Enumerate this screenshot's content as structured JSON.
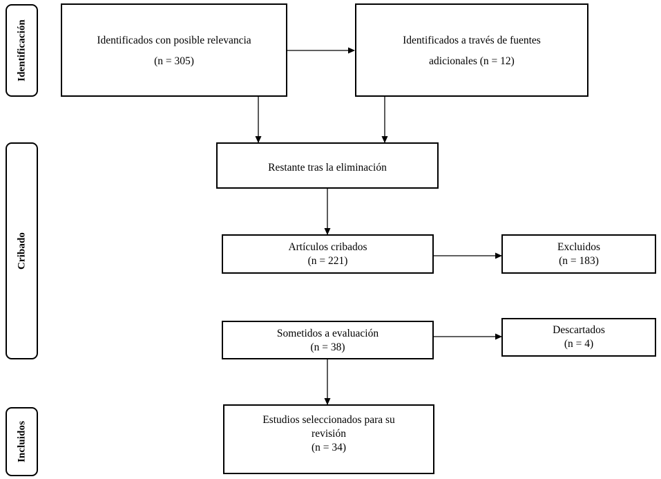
{
  "phases": {
    "identificacion": "Identificación",
    "cribado": "Cribado",
    "incluidos": "Incluidos"
  },
  "boxes": {
    "identified": {
      "label": "Identificados con posible relevancia",
      "count": "(n = 305)"
    },
    "additional": {
      "label_line1": "Identificados a través de fuentes",
      "label_line2": "adicionales (n = 12)"
    },
    "remaining": {
      "label": "Restante tras la eliminación"
    },
    "screened": {
      "label": "Artículos cribados",
      "count": "(n = 221)"
    },
    "excluded": {
      "label": "Excluidos",
      "count": "(n = 183)"
    },
    "assessed": {
      "label": "Sometidos a evaluación",
      "count": "(n = 38)"
    },
    "discarded": {
      "label": "Descartados",
      "count": "(n = 4)"
    },
    "included": {
      "label_line1": "Estudios seleccionados para su",
      "label_line2": "revisión",
      "count": "(n = 34)"
    }
  },
  "colors": {
    "stroke": "#000000",
    "background": "#ffffff"
  }
}
